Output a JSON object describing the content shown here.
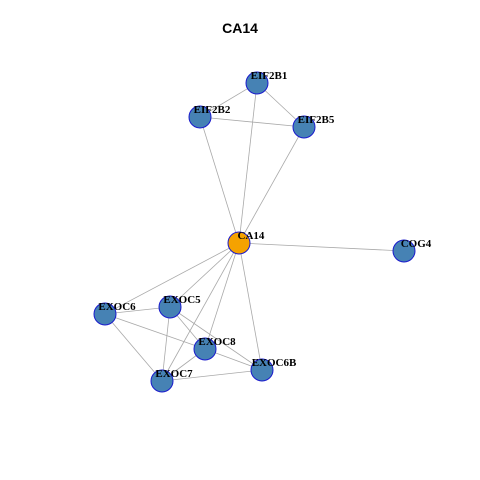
{
  "title": "CA14",
  "colors": {
    "focus_node": "#f5a200",
    "node": "#4682b4",
    "node_border": "#1a1acd",
    "edge": "#a9a9a9"
  },
  "nodes": [
    {
      "id": "CA14",
      "label": "CA14",
      "focus": true
    },
    {
      "id": "EIF2B1",
      "label": "EIF2B1"
    },
    {
      "id": "EIF2B2",
      "label": "EIF2B2"
    },
    {
      "id": "EIF2B5",
      "label": "EIF2B5"
    },
    {
      "id": "COG4",
      "label": "COG4"
    },
    {
      "id": "EXOC6",
      "label": "EXOC6"
    },
    {
      "id": "EXOC5",
      "label": "EXOC5"
    },
    {
      "id": "EXOC8",
      "label": "EXOC8"
    },
    {
      "id": "EXOC6B",
      "label": "EXOC6B"
    },
    {
      "id": "EXOC7",
      "label": "EXOC7"
    }
  ],
  "edges": [
    [
      "EIF2B1",
      "EIF2B2"
    ],
    [
      "EIF2B1",
      "EIF2B5"
    ],
    [
      "EIF2B2",
      "EIF2B5"
    ],
    [
      "EIF2B1",
      "CA14"
    ],
    [
      "EIF2B2",
      "CA14"
    ],
    [
      "EIF2B5",
      "CA14"
    ],
    [
      "CA14",
      "COG4"
    ],
    [
      "CA14",
      "EXOC6"
    ],
    [
      "CA14",
      "EXOC5"
    ],
    [
      "CA14",
      "EXOC8"
    ],
    [
      "CA14",
      "EXOC7"
    ],
    [
      "CA14",
      "EXOC6B"
    ],
    [
      "EXOC6",
      "EXOC5"
    ],
    [
      "EXOC6",
      "EXOC8"
    ],
    [
      "EXOC6",
      "EXOC7"
    ],
    [
      "EXOC5",
      "EXOC8"
    ],
    [
      "EXOC5",
      "EXOC7"
    ],
    [
      "EXOC5",
      "EXOC6B"
    ],
    [
      "EXOC8",
      "EXOC7"
    ],
    [
      "EXOC8",
      "EXOC6B"
    ],
    [
      "EXOC7",
      "EXOC6B"
    ]
  ]
}
